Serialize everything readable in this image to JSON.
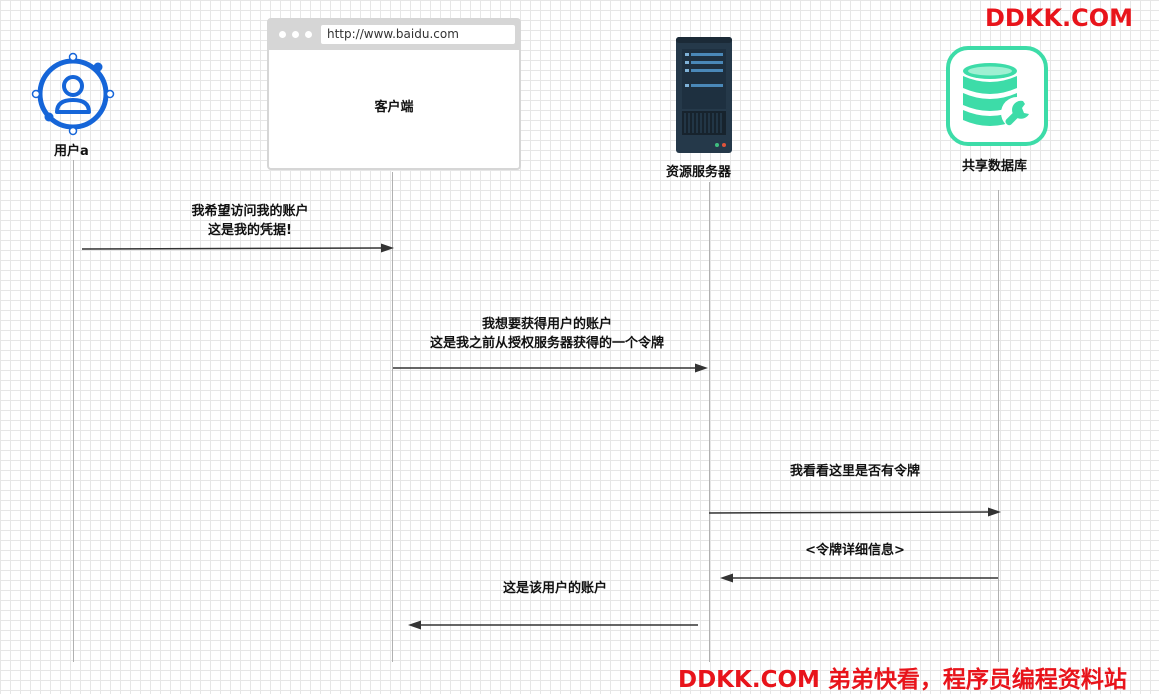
{
  "watermark_top": "DDKK.COM",
  "watermark_bottom": "DDKK.COM 弟弟快看，程序员编程资料站",
  "actors": {
    "user": {
      "label": "用户a",
      "icon": "user-icon"
    },
    "client": {
      "label": "客户端",
      "url": "http://www.baidu.com",
      "icon": "browser-icon"
    },
    "server": {
      "label": "资源服务器",
      "icon": "server-icon"
    },
    "db": {
      "label": "共享数据库",
      "icon": "database-icon"
    }
  },
  "messages": [
    {
      "lines": [
        "我希望访问我的账户",
        "这是我的凭据!"
      ]
    },
    {
      "lines": [
        "我想要获得用户的账户",
        "这是我之前从授权服务器获得的一个令牌"
      ]
    },
    {
      "lines": [
        "我看看这里是否有令牌"
      ]
    },
    {
      "lines": [
        "<令牌详细信息>"
      ]
    },
    {
      "lines": [
        "这是该用户的账户"
      ]
    }
  ],
  "colors": {
    "user_icon": "#1565d8",
    "db_icon": "#3ddca8",
    "server_body": "#25394a",
    "watermark": "#e8141b",
    "arrow": "#333333"
  }
}
